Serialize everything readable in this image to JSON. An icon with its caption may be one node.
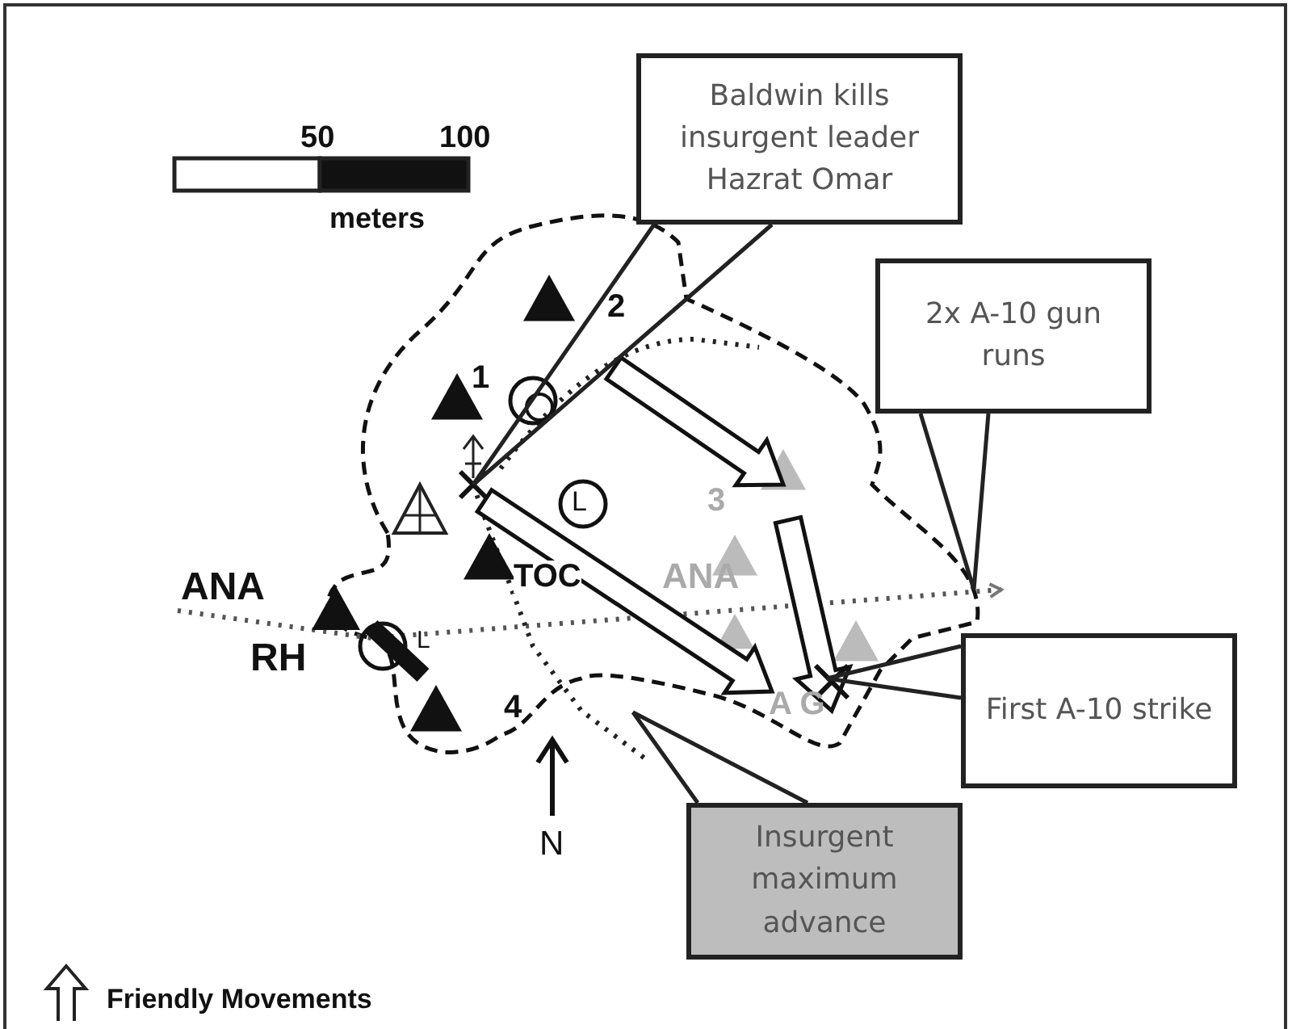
{
  "diagram": {
    "nodes": [
      {
        "text": [
          "Baldwin kills insurgent leader Hazrat Omar"
        ]
      },
      {
        "text": [
          "2x A-10 gun runs"
        ]
      },
      {
        "text": [
          "First A-10 strike"
        ]
      },
      {
        "text": [
          "Insurgent maximum advance"
        ]
      }
    ],
    "edges": [
      {
        "from": 0,
        "to": null,
        "arrow": "none"
      },
      {
        "from": 1,
        "to": null,
        "arrow": "none"
      },
      {
        "from": 2,
        "to": null,
        "arrow": "none"
      },
      {
        "from": 3,
        "to": null,
        "arrow": "none"
      }
    ],
    "labels": [
      "50",
      "100",
      "meters",
      "2",
      "1",
      "L",
      "3",
      "ANA",
      "TOC",
      "ANA",
      "RH",
      "L",
      "4",
      "A G",
      "N"
    ],
    "legend": [
      {
        "text": "Friendly Movements"
      }
    ]
  }
}
